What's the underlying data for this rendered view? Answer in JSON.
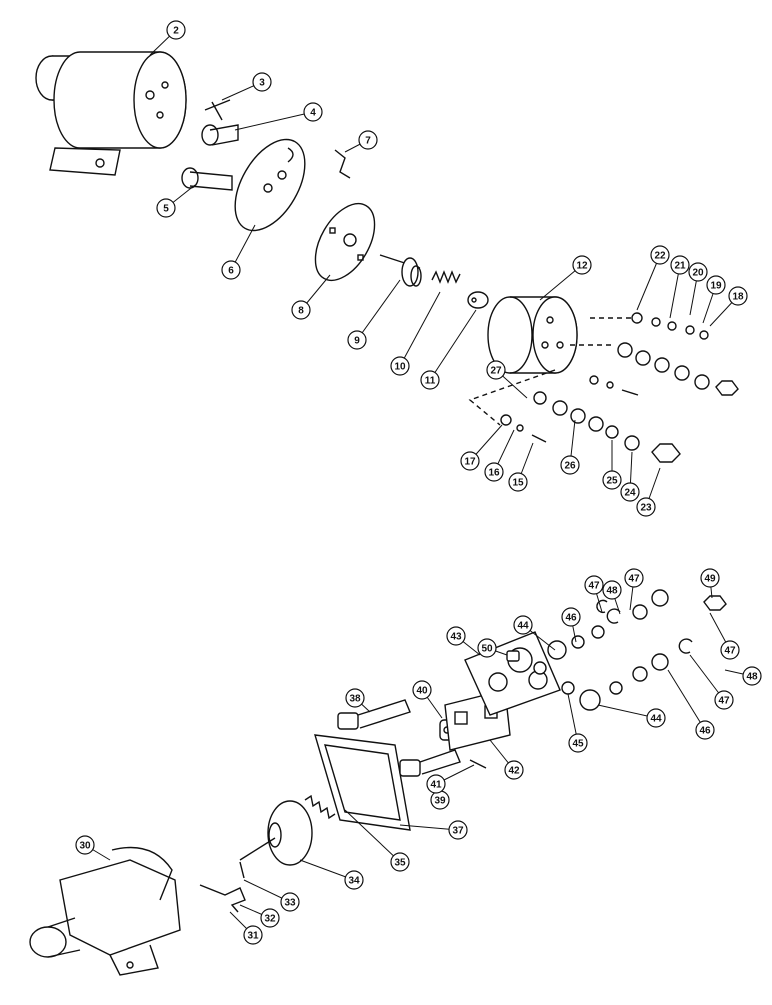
{
  "callouts": [
    {
      "label": "2"
    },
    {
      "label": "3"
    },
    {
      "label": "4"
    },
    {
      "label": "5"
    },
    {
      "label": "6"
    },
    {
      "label": "7"
    },
    {
      "label": "8"
    },
    {
      "label": "9"
    },
    {
      "label": "10"
    },
    {
      "label": "11"
    },
    {
      "label": "12"
    },
    {
      "label": "15"
    },
    {
      "label": "16"
    },
    {
      "label": "17"
    },
    {
      "label": "18"
    },
    {
      "label": "19"
    },
    {
      "label": "20"
    },
    {
      "label": "21"
    },
    {
      "label": "22"
    },
    {
      "label": "23"
    },
    {
      "label": "24"
    },
    {
      "label": "25"
    },
    {
      "label": "26"
    },
    {
      "label": "27"
    },
    {
      "label": "30"
    },
    {
      "label": "31"
    },
    {
      "label": "32"
    },
    {
      "label": "33"
    },
    {
      "label": "34"
    },
    {
      "label": "35"
    },
    {
      "label": "37"
    },
    {
      "label": "38"
    },
    {
      "label": "39"
    },
    {
      "label": "40"
    },
    {
      "label": "41"
    },
    {
      "label": "42"
    },
    {
      "label": "43"
    },
    {
      "label": "44"
    },
    {
      "label": "44"
    },
    {
      "label": "45"
    },
    {
      "label": "46"
    },
    {
      "label": "46"
    },
    {
      "label": "47"
    },
    {
      "label": "47"
    },
    {
      "label": "47"
    },
    {
      "label": "47"
    },
    {
      "label": "48"
    },
    {
      "label": "48"
    },
    {
      "label": "49"
    },
    {
      "label": "50"
    }
  ]
}
